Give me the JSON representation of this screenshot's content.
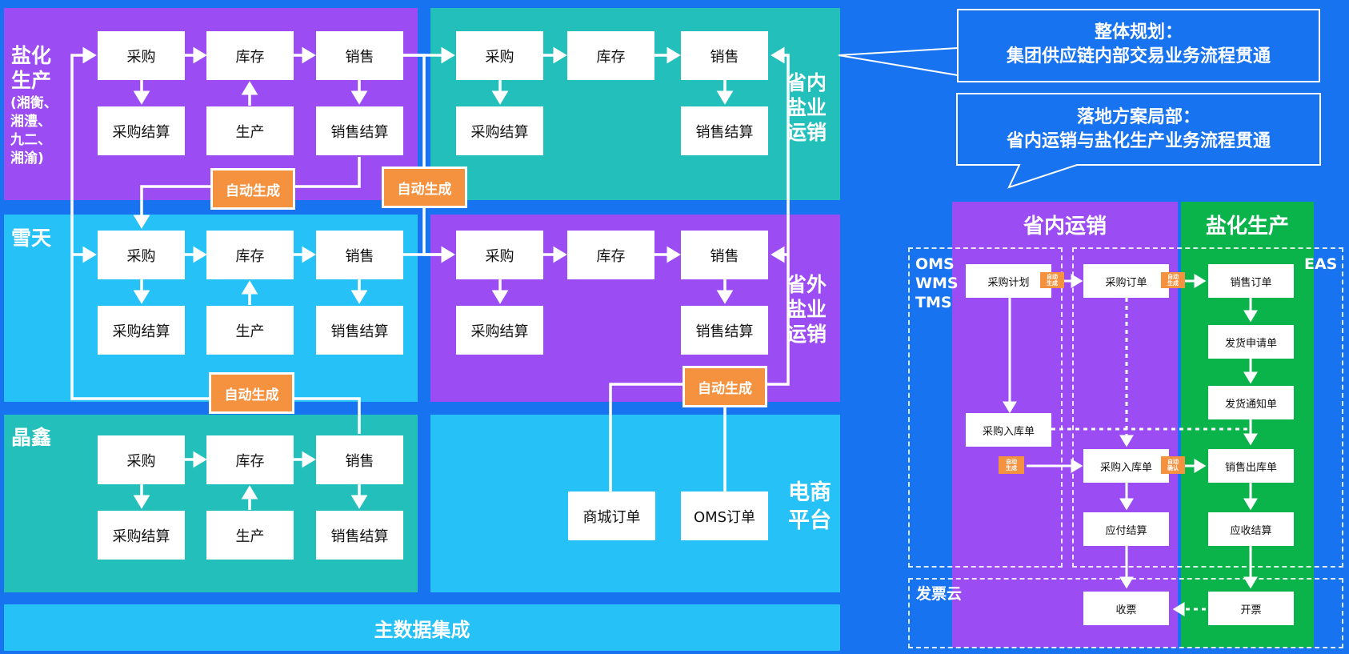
{
  "colors": {
    "background": "#1873f0",
    "purple": "#9b4cf2",
    "teal": "#23bfbb",
    "cyan": "#26c1f7",
    "green": "#0bb34b",
    "orange": "#f59240"
  },
  "sections": {
    "salt_production": "盐化\n生产",
    "salt_production_sub": "(湘衡、\n湘澧、\n九二、\n湘渝)",
    "xuetian": "雪天",
    "jingxin": "晶鑫",
    "province_in": "省内\n盐业\n运销",
    "province_out": "省外\n盐业\n运销",
    "ecommerce": "电商\n平台",
    "master_data": "主数据集成"
  },
  "nodes": {
    "purchase": "采购",
    "inventory": "库存",
    "sales": "销售",
    "purchase_settlement": "采购结算",
    "production": "生产",
    "sales_settlement": "销售结算",
    "mall_order": "商城订单",
    "oms_order": "OMS订单"
  },
  "auto_generate": "自动生成",
  "callouts": {
    "overall_title": "整体规划：",
    "overall_body": "集团供应链内部交易业务流程贯通",
    "local_title": "落地方案局部：",
    "local_body": "省内运销与盐化生产业务流程贯通"
  },
  "detail": {
    "col_left": "省内运销",
    "col_right": "盐化生产",
    "systems_left": "OMS\nWMS\nTMS",
    "system_right": "EAS",
    "invoice_cloud": "发票云",
    "purchase_plan": "采购计划",
    "purchase_receipt_left": "采购入库单",
    "purchase_order": "采购订单",
    "purchase_receipt_mid": "采购入库单",
    "payable_settlement": "应付结算",
    "receive_invoice": "收票",
    "sales_order": "销售订单",
    "delivery_request": "发货申请单",
    "delivery_notice": "发货通知单",
    "sales_outbound": "销售出库单",
    "receivable_settlement": "应收结算",
    "issue_invoice": "开票",
    "mini_auto_gen": "自动\n生成",
    "mini_auto_confirm": "自动\n确认"
  }
}
